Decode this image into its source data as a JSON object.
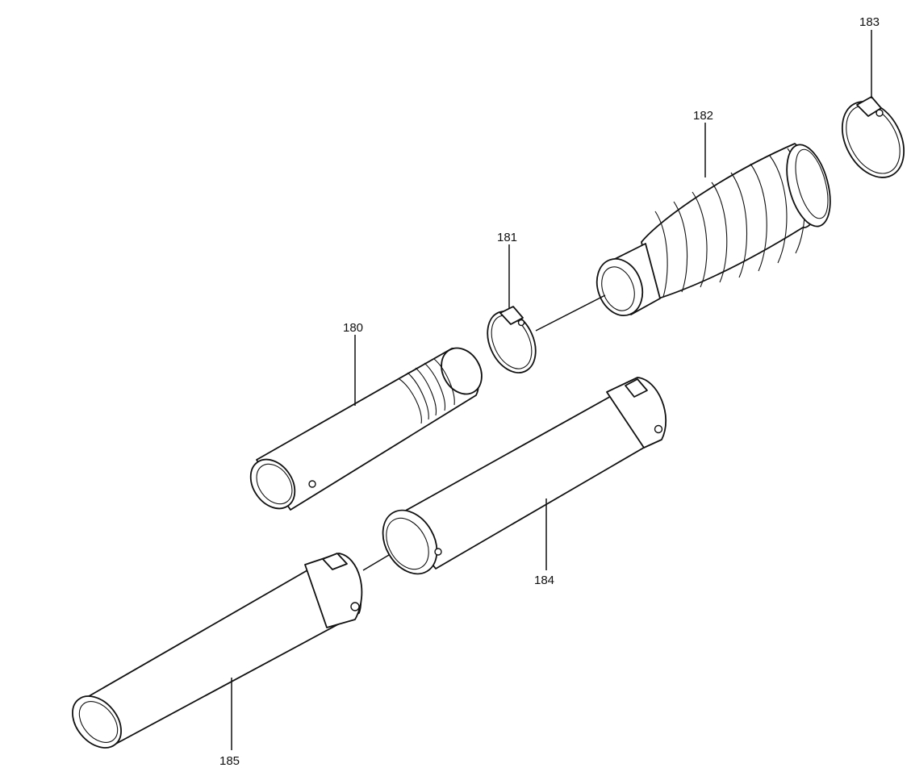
{
  "parts": [
    {
      "id": "180",
      "label": "180"
    },
    {
      "id": "181",
      "label": "181"
    },
    {
      "id": "182",
      "label": "182"
    },
    {
      "id": "183",
      "label": "183"
    },
    {
      "id": "184",
      "label": "184"
    },
    {
      "id": "185",
      "label": "185"
    }
  ]
}
